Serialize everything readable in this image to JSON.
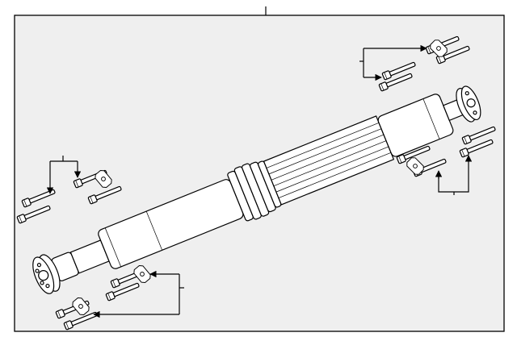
{
  "diagram": {
    "background": "#ffffff",
    "panel_fill": "#efefef",
    "line_color": "#000000",
    "parts": [
      {
        "name": "drive-shaft-assembly",
        "icon": "propeller-shaft"
      },
      {
        "name": "rear-bolt-group",
        "icon": "bolt-set"
      },
      {
        "name": "rear-lower-bolt-group",
        "icon": "bolt-set"
      },
      {
        "name": "front-bolt-group",
        "icon": "bolt-set"
      },
      {
        "name": "front-lower-bolt-group",
        "icon": "bolt-set"
      }
    ]
  }
}
